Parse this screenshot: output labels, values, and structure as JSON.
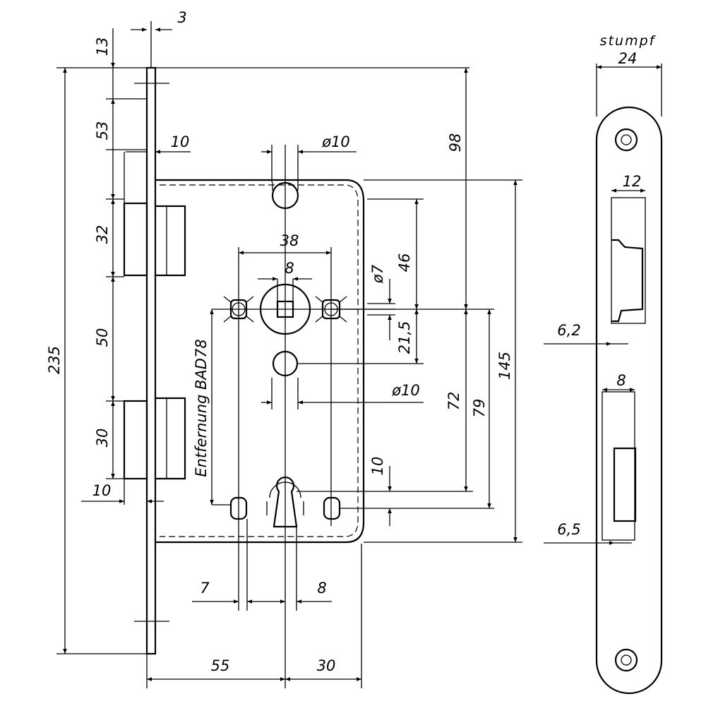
{
  "dims": {
    "top_gap": "13",
    "plate_thickness": "3",
    "top_to_latch": "53",
    "latch_protrusion": "10",
    "latch_height": "32",
    "latch_to_bolt": "50",
    "bolt_height": "30",
    "bolt_protrusion": "10",
    "total_height": "235",
    "top_to_follower": "98",
    "upper_hole_dia": "ø10",
    "screw_spacing": "38",
    "follower_square": "8",
    "screw_dia": "ø7",
    "case_to_follower": "46",
    "follower_to_hole": "21,5",
    "lower_hole_dia": "ø10",
    "follower_to_key": "72",
    "follower_to_bottom_screw": "79",
    "case_height": "145",
    "key_offset": "10",
    "distance_label": "Entfernung BAD78",
    "lower_screw_left": "7",
    "lower_screw_right": "8",
    "backset": "55",
    "key_to_back": "30"
  },
  "faceplate_view": {
    "title": "stumpf",
    "width": "24",
    "latch_width": "12",
    "latch_offset": "6,2",
    "bolt_width": "8",
    "bolt_offset": "6,5"
  }
}
